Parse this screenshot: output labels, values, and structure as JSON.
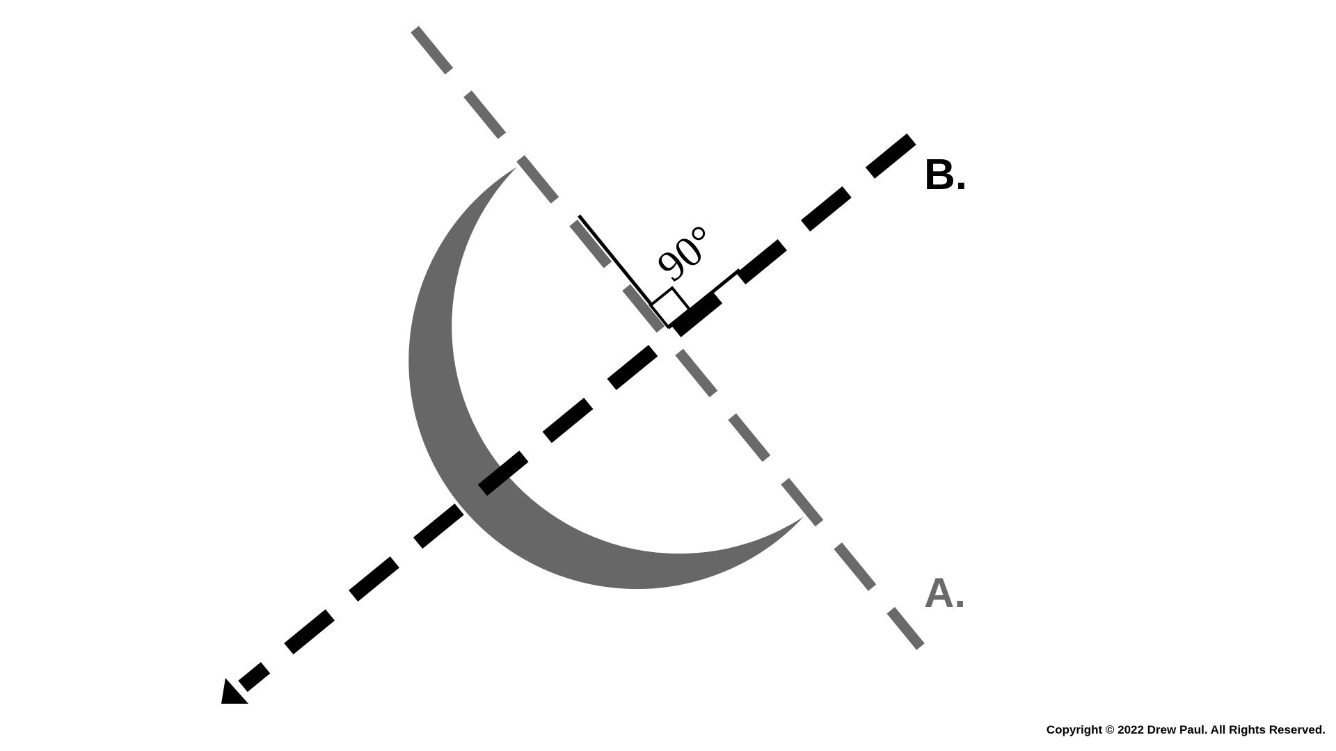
{
  "diagram": {
    "labels": {
      "axis_a": "A.",
      "axis_b": "B.",
      "angle": "90°"
    },
    "elements": {
      "crescent": "crescent-moon-shape",
      "axis_a_line": "gray-dashed-line",
      "axis_b_line": "black-dashed-arrow-line",
      "right_angle_marker": "right-angle-square"
    },
    "colors": {
      "gray": "#686868",
      "black": "#000000",
      "background": "#ffffff"
    }
  },
  "footer": {
    "copyright": "Copyright © 2022 Drew Paul. All Rights Reserved."
  }
}
